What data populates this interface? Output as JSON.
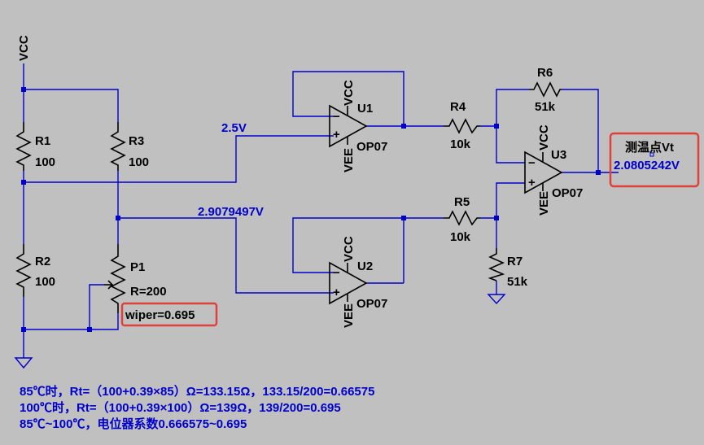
{
  "colors": {
    "background": "#c0c0c0",
    "wire": "#0000cc",
    "component": "#000000",
    "highlight": "#e0403a"
  },
  "power": {
    "vcc": "VCC",
    "vee": "VEE"
  },
  "resistors": [
    {
      "name": "R1",
      "value": "100"
    },
    {
      "name": "R2",
      "value": "100"
    },
    {
      "name": "R3",
      "value": "100"
    },
    {
      "name": "R4",
      "value": "10k"
    },
    {
      "name": "R5",
      "value": "10k"
    },
    {
      "name": "R6",
      "value": "51k"
    },
    {
      "name": "R7",
      "value": "51k"
    }
  ],
  "potentiometer": {
    "name": "P1",
    "value": "R=200",
    "wiper": "wiper=0.695"
  },
  "opamps": [
    {
      "name": "U1",
      "model": "OP07"
    },
    {
      "name": "U2",
      "model": "OP07"
    },
    {
      "name": "U3",
      "model": "OP07"
    }
  ],
  "nodes": {
    "ref_voltage": "2.5V",
    "bridge_voltage": "2.9079497V",
    "output_label": "测温点Vt",
    "output_voltage": "2.0805242V"
  },
  "notes": [
    "85℃时，Rt=（100+0.39×85）Ω=133.15Ω，133.15/200=0.66575",
    "100℃时，Rt=（100+0.39×100）Ω=139Ω，139/200=0.695",
    "85℃~100℃，电位器系数0.666575~0.695"
  ]
}
